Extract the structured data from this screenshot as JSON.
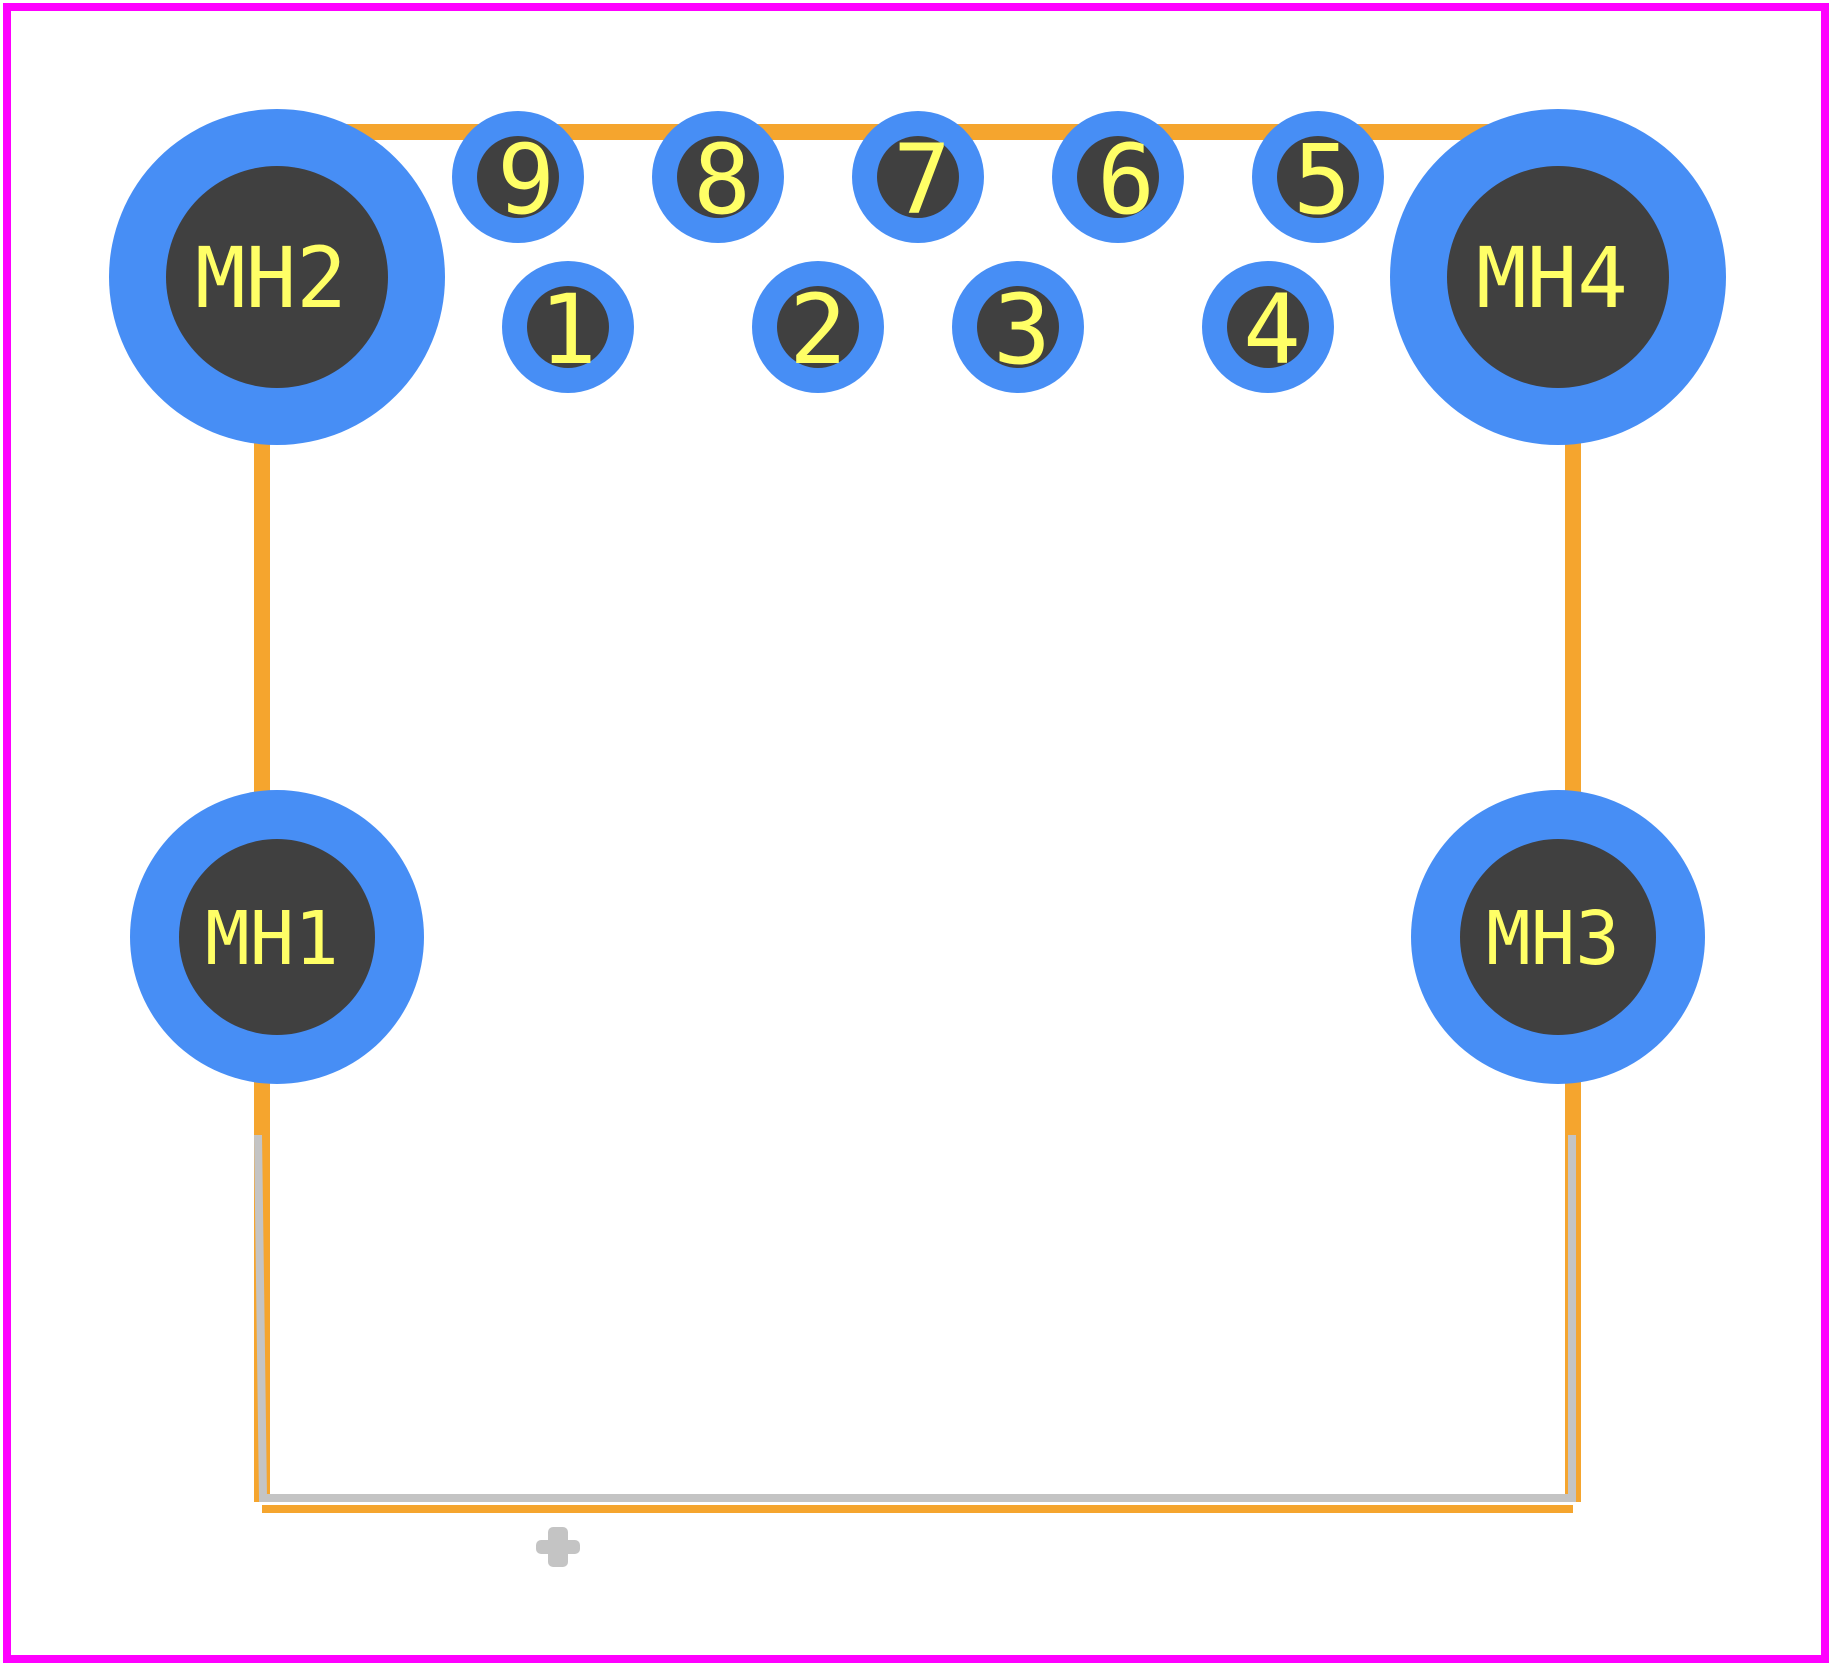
{
  "colors": {
    "background": "#ffffff",
    "board_outline": "#ff00ff",
    "silkscreen": "#f5a52e",
    "courtyard": "#c4c4c4",
    "copper": "#478ef5",
    "hole": "#404040",
    "label": "#ffff66"
  },
  "mounting_holes": [
    {
      "id": "mh2",
      "label": "MH2"
    },
    {
      "id": "mh4",
      "label": "MH4"
    },
    {
      "id": "mh1",
      "label": "MH1"
    },
    {
      "id": "mh3",
      "label": "MH3"
    }
  ],
  "pins_top_row": [
    {
      "id": "pin9",
      "label": "9"
    },
    {
      "id": "pin8",
      "label": "8"
    },
    {
      "id": "pin7",
      "label": "7"
    },
    {
      "id": "pin6",
      "label": "6"
    },
    {
      "id": "pin5",
      "label": "5"
    }
  ],
  "pins_bottom_row": [
    {
      "id": "pin1",
      "label": "1"
    },
    {
      "id": "pin2",
      "label": "2"
    },
    {
      "id": "pin3",
      "label": "3"
    },
    {
      "id": "pin4",
      "label": "4"
    }
  ],
  "origin_marker": "crosshair-origin-icon"
}
